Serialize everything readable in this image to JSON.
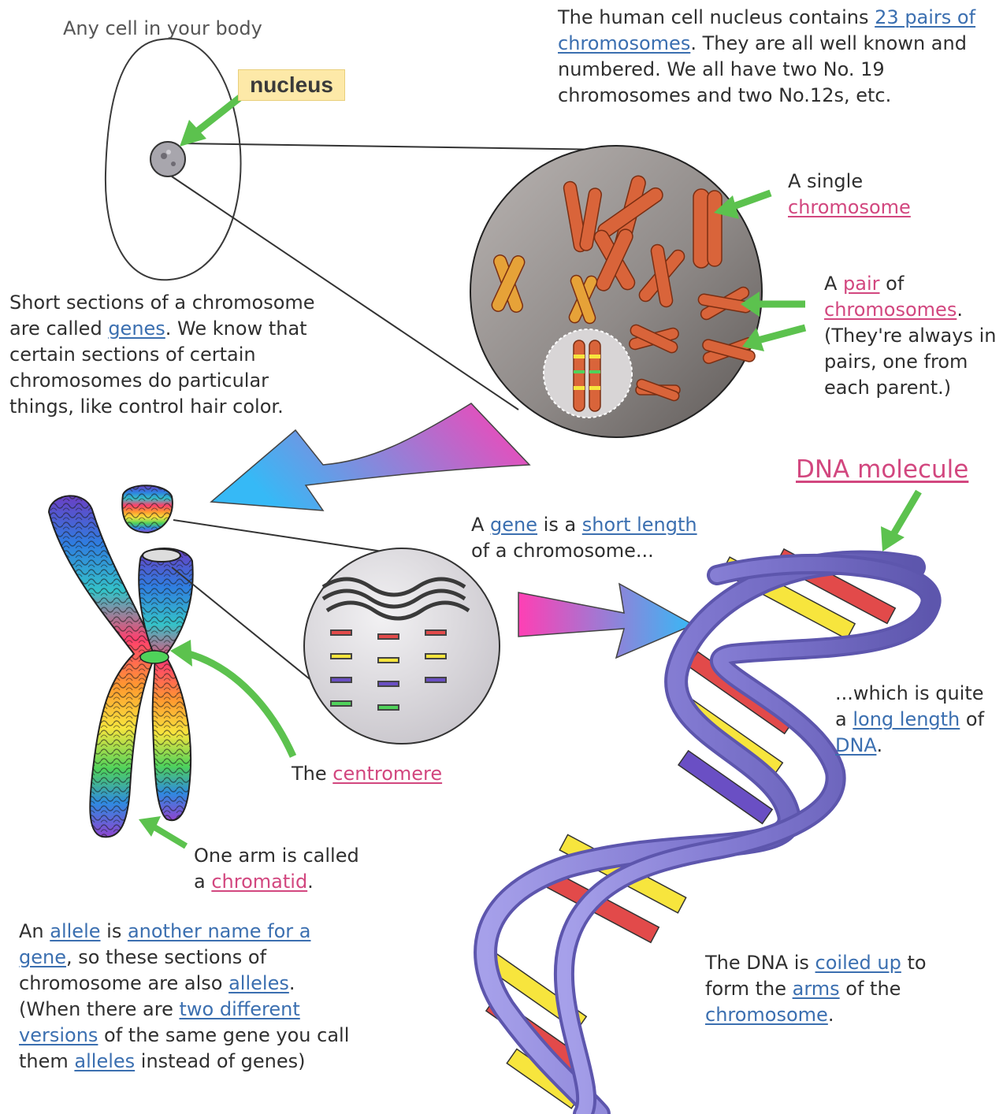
{
  "labels": {
    "any_cell": "Any cell in your body",
    "nucleus": "nucleus",
    "dna_molecule": "DNA molecule"
  },
  "top_note": {
    "p1": "The human cell nucleus contains ",
    "link": "23 pairs of chromosomes",
    "p2": ". They are all well known and numbered. We all have two No. 19 chromosomes and two No.12s, etc."
  },
  "single": {
    "line1": "A single",
    "link": "chromosome"
  },
  "pair": {
    "p1": "A ",
    "link1": "pair",
    "p2": " of",
    "link2": "chromosomes",
    "p3": ".",
    "note": "(They're always in pairs, one from each parent.)"
  },
  "genes_note": {
    "p1": "Short sections of a chromosome are called ",
    "link": "genes",
    "p2": ". We know that certain sections of certain chromosomes do particular things, like control hair color."
  },
  "gene_note": {
    "p1": "A ",
    "link1": "gene",
    "p2": " is a ",
    "link2": "short length",
    "p3": " of a chromosome..."
  },
  "long_note": {
    "p1": "...which is quite a ",
    "link1": "long length",
    "p2": " of ",
    "link2": "DNA",
    "p3": "."
  },
  "centromere": {
    "p1": "The ",
    "link": "centromere"
  },
  "chromatid": {
    "p1": "One arm is called a ",
    "link": "chromatid",
    "p2": "."
  },
  "allele_note": {
    "p1": "An ",
    "link1": "allele",
    "p2": " is ",
    "link2": "another name for a gene",
    "p3": ", so these sections of chromosome are also ",
    "link3": "alleles",
    "p4": ". (When there are ",
    "link4": "two different versions",
    "p5": " of the same gene you call them ",
    "link5": "alleles",
    "p6": " instead of genes)"
  },
  "coiled_note": {
    "p1": "The DNA is ",
    "link1": "coiled up",
    "p2": " to form the ",
    "link2": "arms",
    "p3": " of the ",
    "link3": "chromosome",
    "p4": "."
  },
  "colors": {
    "link_blue": "#3b6fb0",
    "link_pink": "#d2477f",
    "arrow_green": "#5cc24e",
    "chromosome_orange": "#d9643a",
    "dna_backbone": "#8a84d6"
  }
}
